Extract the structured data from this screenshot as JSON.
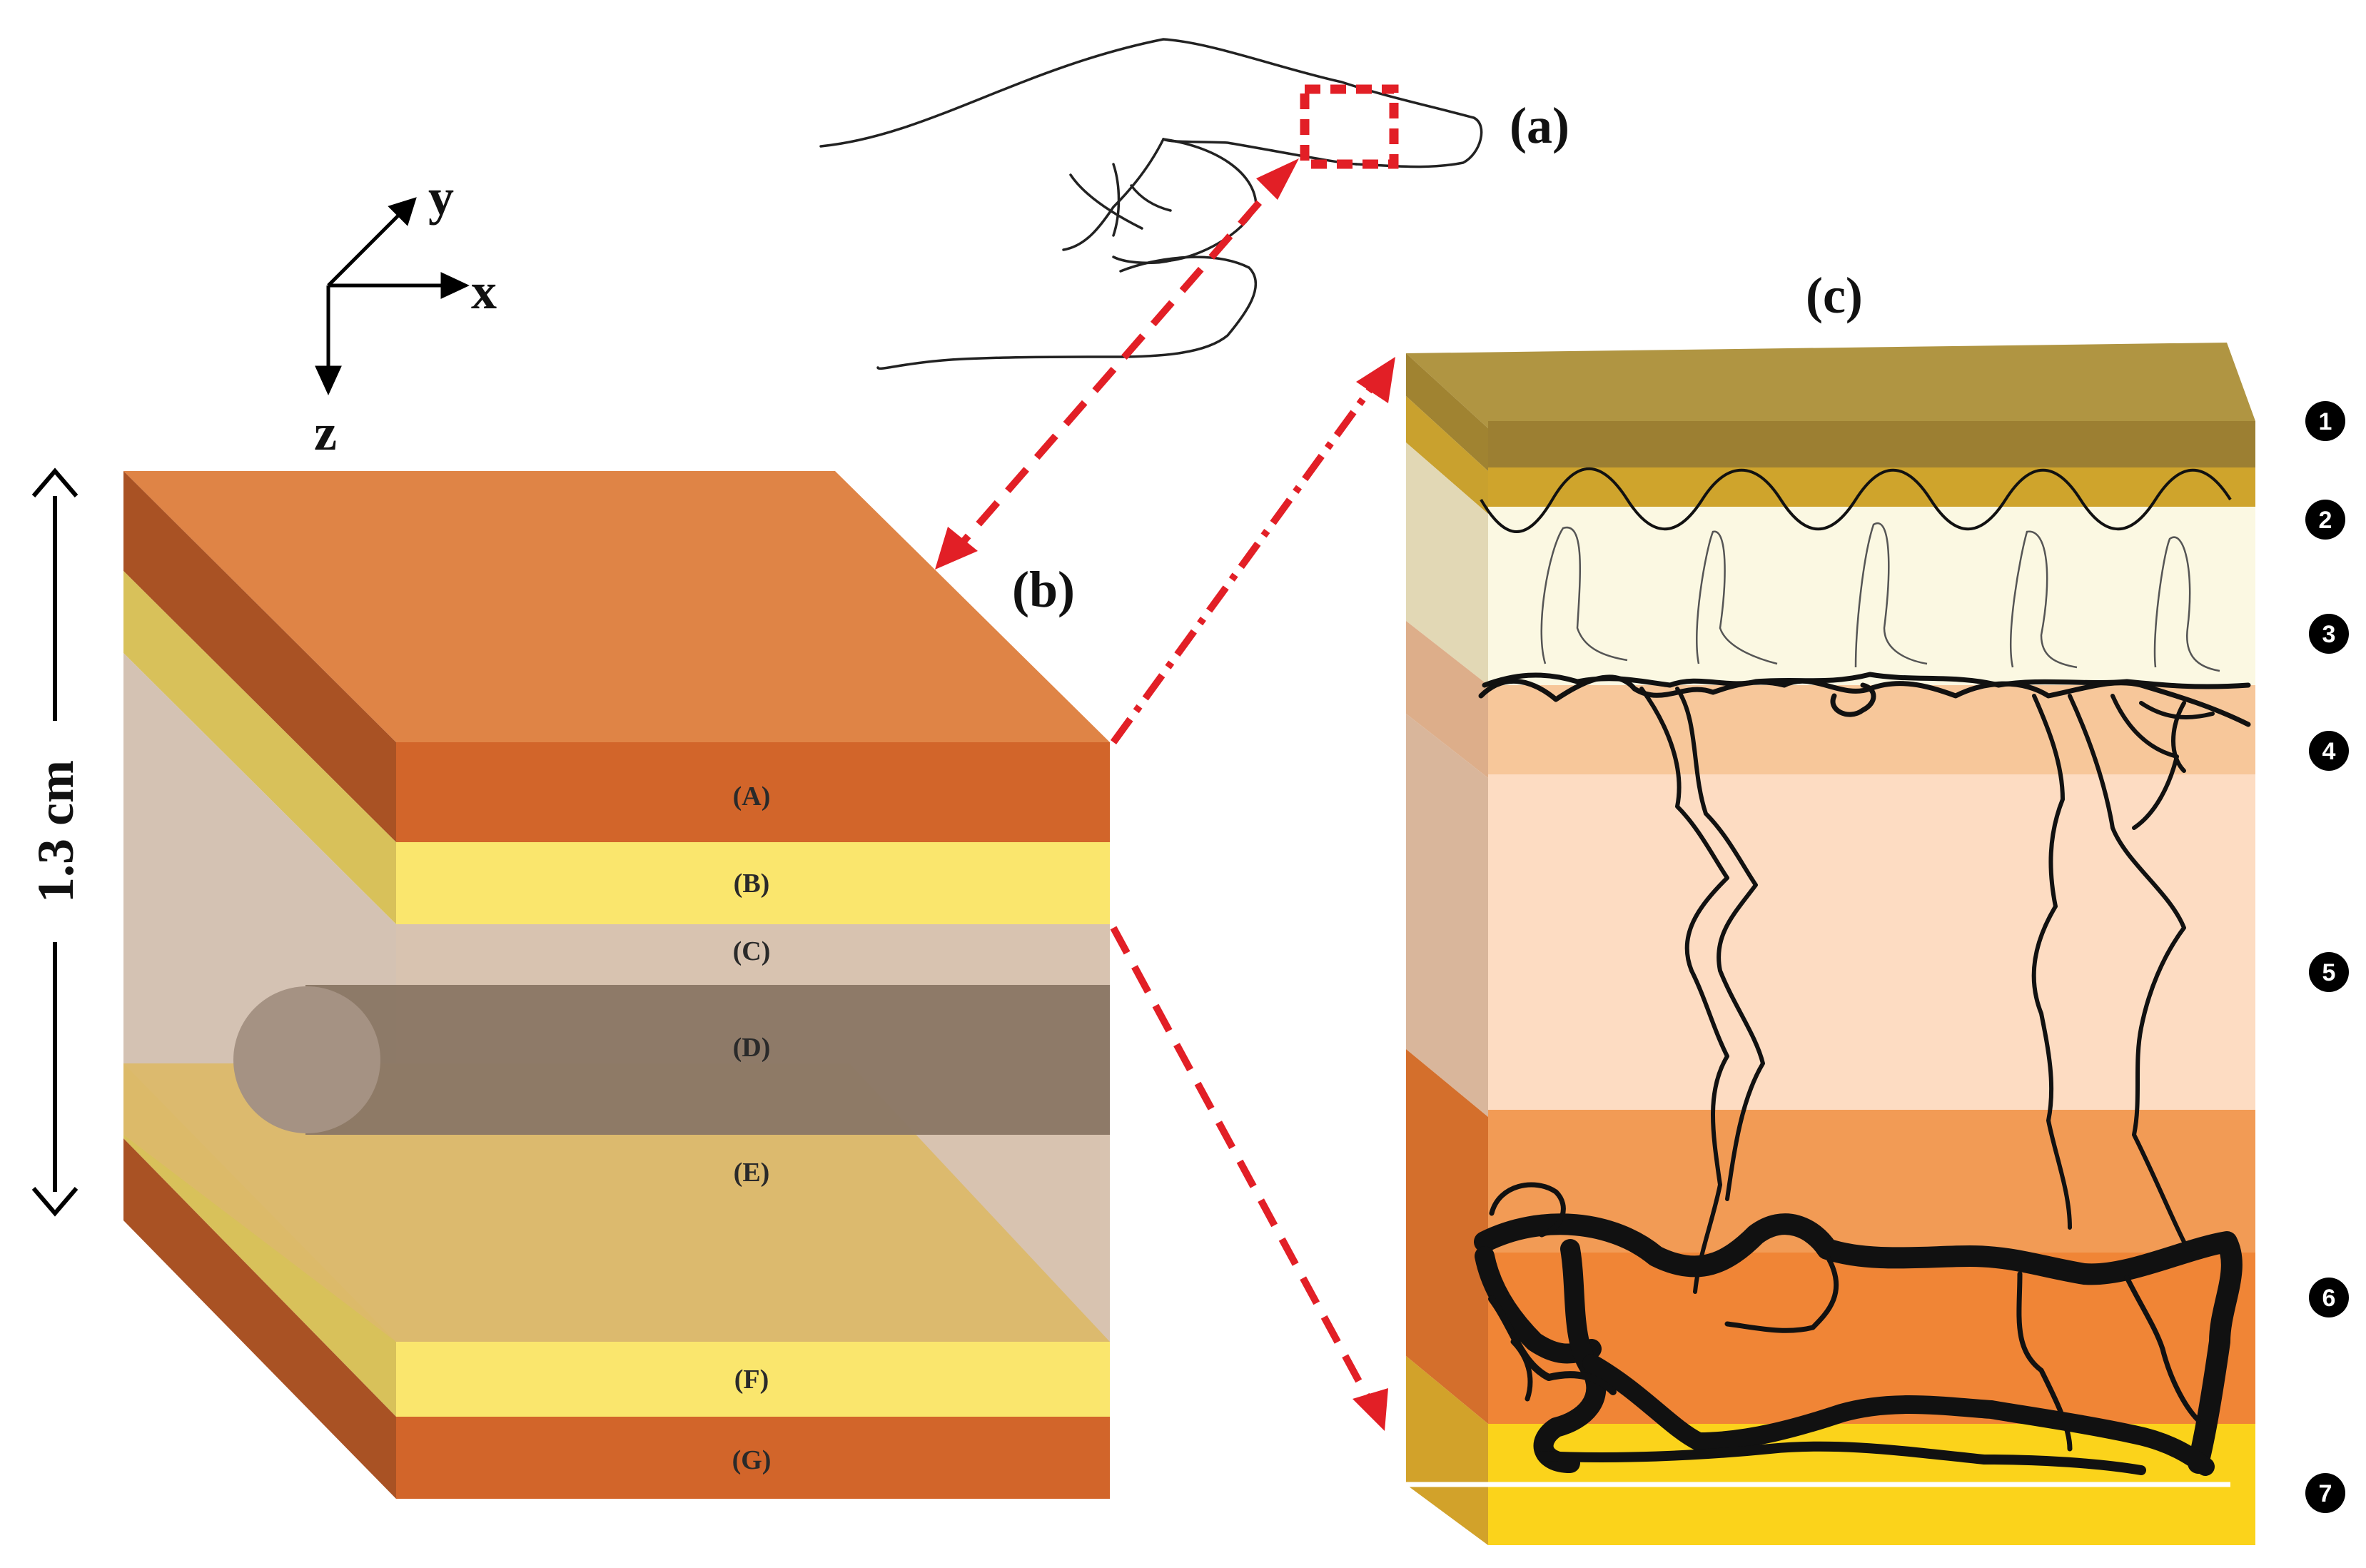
{
  "panels": {
    "a": "(a)",
    "b": "(b)",
    "c": "(c)"
  },
  "axes": {
    "x": "x",
    "y": "y",
    "z": "z"
  },
  "scale": {
    "label": "1.3 cm"
  },
  "block_layers": [
    "(A)",
    "(B)",
    "(C)",
    "(D)",
    "(E)",
    "(F)",
    "(G)"
  ],
  "skin_layers": [
    "1",
    "2",
    "3",
    "4",
    "5",
    "6",
    "7"
  ],
  "colors": {
    "layer_A": "#d2652a",
    "layer_B": "#fae66d",
    "layer_C": "#d8c3b0",
    "layer_D": "#8c7866",
    "layer_E": "#dcb96a",
    "layer_F": "#fae66d",
    "layer_G": "#d2652a",
    "arrow": "#e21f26"
  }
}
